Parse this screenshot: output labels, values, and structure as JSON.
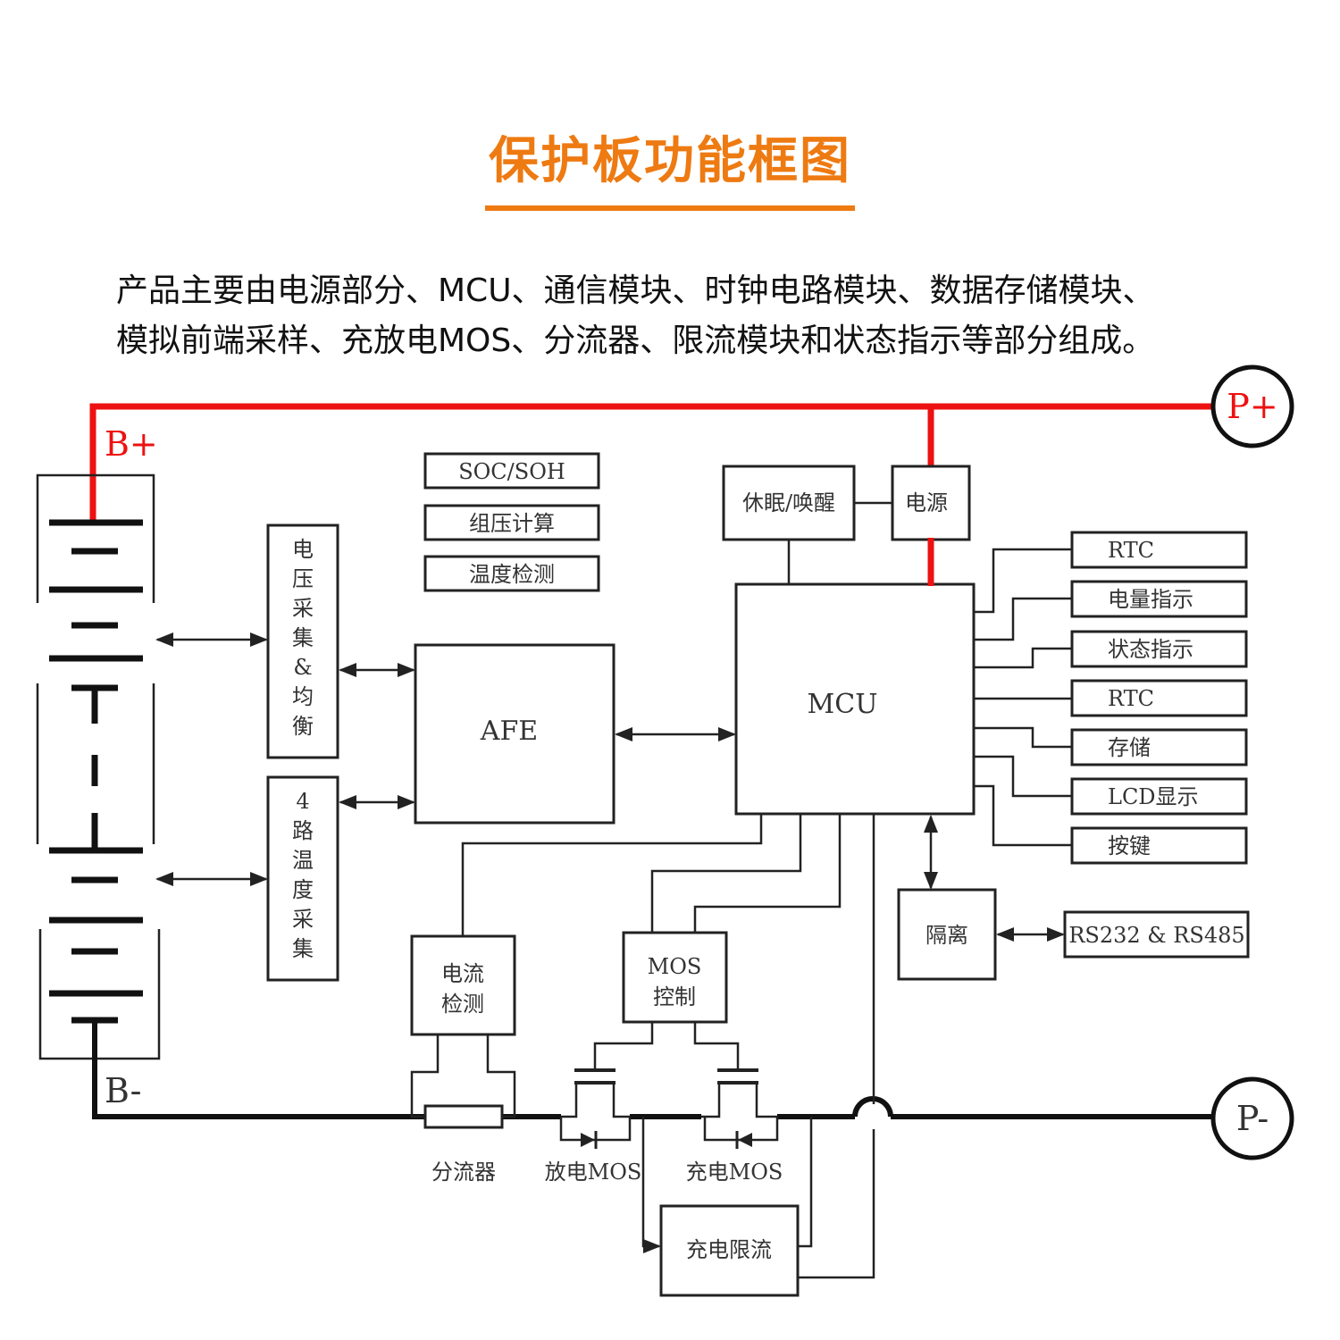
{
  "header": {
    "title": "保护板功能框图"
  },
  "intro": [
    "产品主要由电源部分、MCU、通信模块、时钟电路模块、数据存储模块、",
    "模拟前端采样、充放电MOS、分流器、限流模块和状态指示等部分组成。"
  ],
  "terminals": {
    "b_plus": "B+",
    "b_minus": "B-",
    "p_plus": "P+",
    "p_minus": "P-"
  },
  "colors": {
    "title": "#ee7a12",
    "positive_bus": "#ee1111",
    "line": "#222222"
  },
  "blocks": {
    "soc_soh": "SOC/SOH",
    "pack_voltage_calc": "组压计算",
    "temp_detect": "温度检测",
    "voltage_sampling": [
      "电",
      "压",
      "采",
      "集",
      "&",
      "均",
      "衡"
    ],
    "temp_sampling": [
      "4",
      "路",
      "温",
      "度",
      "采",
      "集"
    ],
    "afe": "AFE",
    "sleep_wake": "休眠/唤醒",
    "power": "电源",
    "mcu": "MCU",
    "current_detect": [
      "电流",
      "检测"
    ],
    "mos_control": [
      "MOS",
      "控制"
    ],
    "isolation": "隔离",
    "rs": "RS232 & RS485",
    "charge_limit": "充电限流",
    "peripherals": [
      "RTC",
      "电量指示",
      "状态指示",
      "RTC",
      "存储",
      "LCD显示",
      "按键"
    ]
  },
  "bottom_labels": {
    "shunt": "分流器",
    "discharge_mos": "放电MOS",
    "charge_mos": "充电MOS"
  }
}
